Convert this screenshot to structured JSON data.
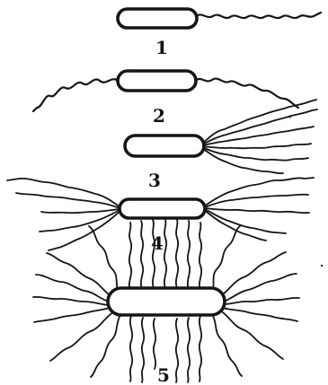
{
  "figure": {
    "labels": [
      "1",
      "2",
      "3",
      "4",
      "5"
    ],
    "background_color": "#ffffff",
    "ink_color": "#151515"
  }
}
